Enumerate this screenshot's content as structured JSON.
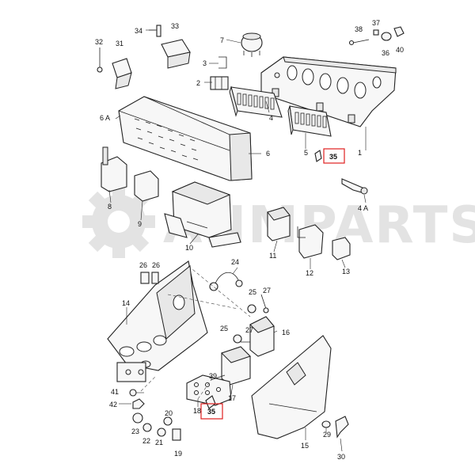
{
  "watermark": {
    "text": "ANMPARTS",
    "color": "#e3e3e3"
  },
  "highlight_color": "#e02020",
  "part_labels": {
    "p1": "1",
    "p2": "2",
    "p3": "3",
    "p4": "4",
    "p4a": "4 A",
    "p5": "5",
    "p6": "6",
    "p6a": "6 A",
    "p7": "7",
    "p8": "8",
    "p9": "9",
    "p10": "10",
    "p11": "11",
    "p12": "12",
    "p13": "13",
    "p14": "14",
    "p15": "15",
    "p16": "16",
    "p17": "17",
    "p18": "18",
    "p19": "19",
    "p20": "20",
    "p21": "21",
    "p22": "22",
    "p23": "23",
    "p24": "24",
    "p25a": "25",
    "p25b": "25",
    "p26a": "26",
    "p26b": "26",
    "p27a": "27",
    "p27b": "27",
    "p29": "29",
    "p30": "30",
    "p31": "31",
    "p32": "32",
    "p33": "33",
    "p34": "34",
    "p35a": "35",
    "p35b": "35",
    "p36": "36",
    "p37": "37",
    "p38": "38",
    "p39": "39",
    "p40": "40",
    "p41": "41",
    "p42": "42"
  }
}
